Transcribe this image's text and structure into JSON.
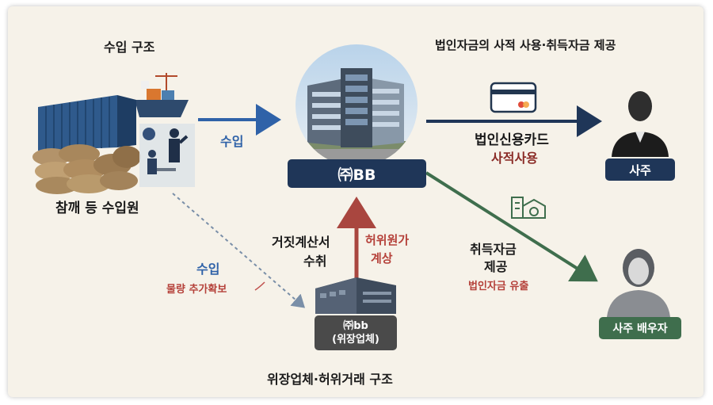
{
  "headings": {
    "import_structure": "수입 구조",
    "personal_use": "법인자금의 사적 사용·취득자금 제공",
    "fake_structure": "위장업체·허위거래 구조"
  },
  "left": {
    "caption": "참깨 등 수입원",
    "arrow_label": "수입"
  },
  "center": {
    "company_label": "㈜BB",
    "invoice_label_1": "거짓계산서",
    "invoice_label_2": "수취",
    "price_label_1": "허위원가",
    "price_label_2": "계상"
  },
  "bottom_left": {
    "import_label": "수입",
    "volume_label": "물량 추가확보"
  },
  "fake_company": {
    "name": "㈜bb",
    "type": "(위장업체)"
  },
  "right": {
    "card_label_1": "법인신용카드",
    "card_label_2": "사적사용",
    "owner_label": "사주",
    "funds_label_1": "취득자금",
    "funds_label_2": "제공",
    "funds_label_3": "법인자금 유출",
    "spouse_label": "사주 배우자"
  },
  "colors": {
    "navy": "#1f3658",
    "green": "#3f6e4d",
    "red": "#a9463f",
    "blue": "#2f62a8"
  }
}
